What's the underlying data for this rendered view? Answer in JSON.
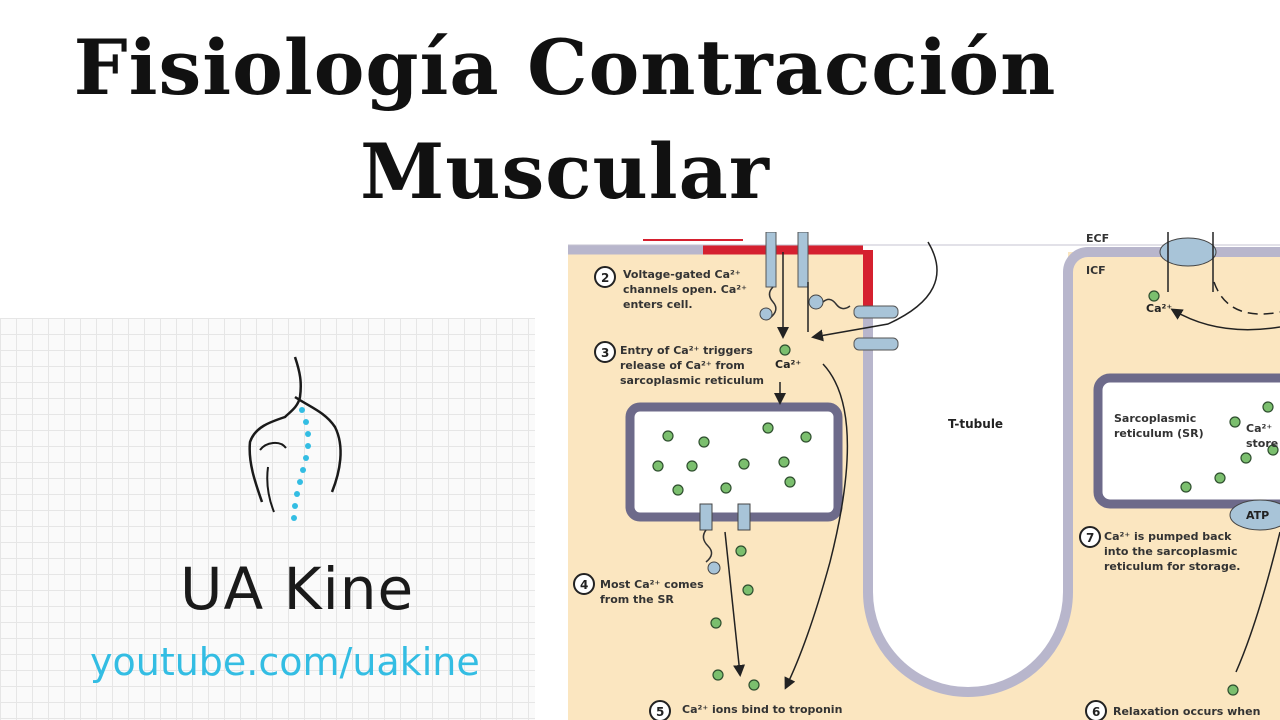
{
  "title": {
    "line1": "Fisiología Contracción",
    "line2": "Muscular"
  },
  "brand": {
    "name": "UA Kine",
    "url": "youtube.com/uakine",
    "logo_icon": "spine-figure-icon",
    "accent": "#33bde3"
  },
  "diagram": {
    "colors": {
      "cytoplasm": "#fbe6c0",
      "membrane": "#b8b6cc",
      "membrane_outline": "#6d6a8a",
      "depolarized": "#d5202f",
      "calcium": "#7bbf6e",
      "channel": "#a8c4d8"
    },
    "labels": {
      "ecf": "ECF",
      "icf": "ICF",
      "t_tubule": "T-tubule",
      "ca_left": "Ca²⁺",
      "ca_right": "Ca²⁺",
      "sr_right_1": "Sarcoplasmic",
      "sr_right_2": "reticulum (SR)",
      "ca_store_1": "Ca²⁺",
      "ca_store_2": "store",
      "atp": "ATP"
    },
    "steps": {
      "s2": {
        "num": "2",
        "lines": [
          "Voltage-gated Ca²⁺",
          "channels open. Ca²⁺",
          "enters cell."
        ]
      },
      "s3": {
        "num": "3",
        "lines": [
          "Entry of Ca²⁺ triggers",
          "release of Ca²⁺ from",
          "sarcoplasmic reticulum"
        ]
      },
      "s4": {
        "num": "4",
        "lines": [
          "Most Ca²⁺ comes",
          "from the SR"
        ]
      },
      "s5": {
        "num": "5",
        "lines": [
          "Ca²⁺ ions bind to troponin"
        ]
      },
      "s6": {
        "num": "6",
        "lines": [
          "Relaxation occurs when"
        ]
      },
      "s7": {
        "num": "7",
        "lines": [
          "Ca²⁺ is pumped back",
          "into the sarcoplasmic",
          "reticulum for storage."
        ]
      }
    }
  }
}
